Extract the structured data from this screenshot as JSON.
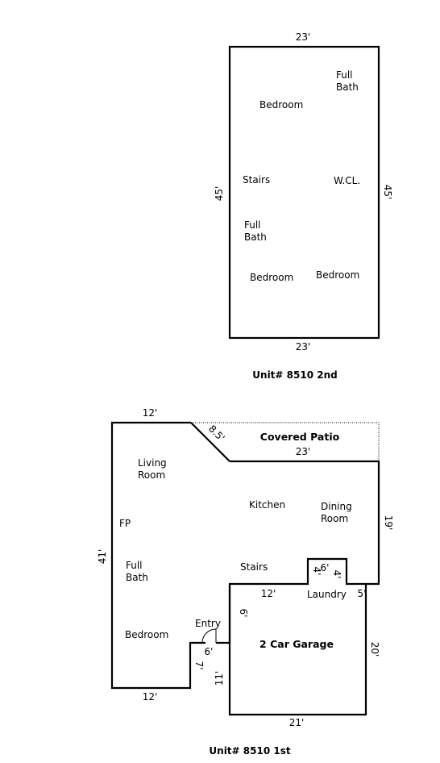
{
  "second_floor": {
    "title": "Unit# 8510 2nd",
    "dims": {
      "top": "23'",
      "bottom": "23'",
      "left": "45'",
      "right": "45'"
    },
    "rooms": {
      "full_bath_a_1": "Full",
      "full_bath_a_2": "Bath",
      "bedroom_top": "Bedroom",
      "stairs": "Stairs",
      "wcl": "W.CL.",
      "full_bath_b_1": "Full",
      "full_bath_b_2": "Bath",
      "bedroom_left": "Bedroom",
      "bedroom_right": "Bedroom"
    }
  },
  "first_floor": {
    "title": "Unit# 8510 1st",
    "dims": {
      "top_left": "12'",
      "diagonal": "8.5'",
      "patio_width": "23'",
      "right_upper": "19'",
      "left": "41'",
      "bottom_left": "12'",
      "laundry_a": "6'",
      "laundry_b": "4'",
      "laundry_c": "4'",
      "garage_top": "12'",
      "garage_step": "5'",
      "garage_right": "20'",
      "garage_bottom": "21'",
      "garage_left_upper": "6'",
      "entry": "6'",
      "entry_notch": "7'",
      "garage_left_lower": "11'"
    },
    "rooms": {
      "covered_patio": "Covered Patio",
      "living_room_1": "Living",
      "living_room_2": "Room",
      "kitchen": "Kitchen",
      "dining_room_1": "Dining",
      "dining_room_2": "Room",
      "fp": "FP",
      "full_bath_1": "Full",
      "full_bath_2": "Bath",
      "stairs": "Stairs",
      "laundry": "Laundry",
      "entry": "Entry",
      "bedroom": "Bedroom",
      "garage": "2 Car Garage"
    }
  }
}
